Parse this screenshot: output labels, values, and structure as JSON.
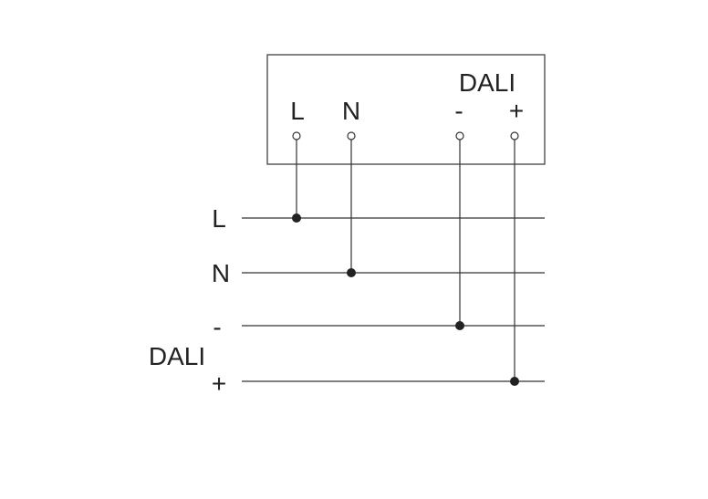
{
  "device": {
    "terminals": [
      {
        "label": "L"
      },
      {
        "label": "N"
      },
      {
        "label": "-"
      },
      {
        "label": "+"
      }
    ],
    "group_label": "DALI"
  },
  "bus": {
    "lines": [
      {
        "label": "L"
      },
      {
        "label": "N"
      },
      {
        "label": "-"
      },
      {
        "label": "+"
      }
    ],
    "group_label": "DALI"
  },
  "colors": {
    "line": "#333333",
    "text": "#222222"
  }
}
